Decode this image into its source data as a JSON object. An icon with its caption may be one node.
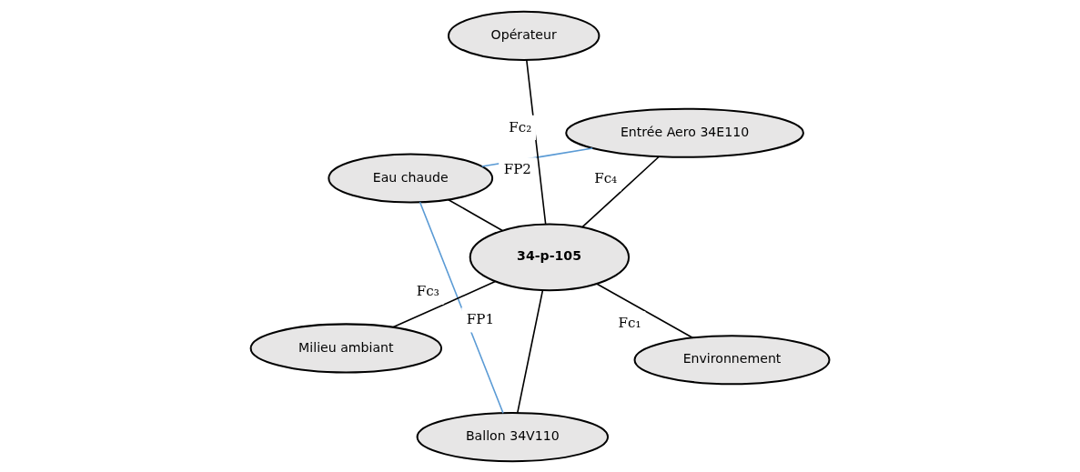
{
  "diagram": {
    "nodes": [
      {
        "text": [
          "34-p-105"
        ]
      },
      {
        "text": [
          "Environnement"
        ]
      },
      {
        "text": [
          "Ballon 34V110"
        ]
      },
      {
        "text": [
          "Eau chaude"
        ]
      },
      {
        "text": [
          "Entrée Aero 34E110"
        ]
      },
      {
        "text": [
          "Opérateur"
        ]
      },
      {
        "text": [
          "Milieu ambiant"
        ]
      }
    ],
    "edges": [
      {
        "from": 1,
        "to": 0,
        "arrow": "none",
        "label": "Fc₁"
      },
      {
        "from": 2,
        "to": 0,
        "arrow": "none"
      },
      {
        "from": 3,
        "to": 0,
        "arrow": "none"
      },
      {
        "from": 4,
        "to": 0,
        "arrow": "none",
        "label": "Fc₄"
      },
      {
        "from": 5,
        "to": 0,
        "arrow": "none",
        "label": "Fc₂"
      },
      {
        "from": 6,
        "to": 0,
        "arrow": "none",
        "label": "Fc₃"
      },
      {
        "from": 2,
        "to": 3,
        "arrow": "none",
        "label": "FP1",
        "color": "#5b9bd5"
      },
      {
        "from": 3,
        "to": 4,
        "arrow": "none",
        "label": "FP2",
        "color": "#5b9bd5"
      }
    ]
  }
}
